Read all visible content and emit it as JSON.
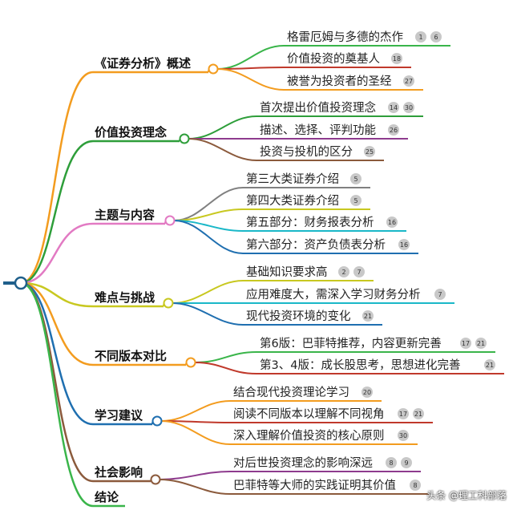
{
  "branches": [
    {
      "label": "《证券分析》概述",
      "color": "#f39c1f",
      "leaves": [
        {
          "label": "格雷厄姆与多德的杰作",
          "badges": [
            "1",
            "6"
          ],
          "color": "#3ab54a"
        },
        {
          "label": "价值投资的奠基人",
          "badges": [
            "18"
          ],
          "color": "#c0392b"
        },
        {
          "label": "被誉为投资者的圣经",
          "badges": [
            "27"
          ],
          "color": "#f39c1f"
        }
      ]
    },
    {
      "label": "价值投资理念",
      "color": "#2e9e3a",
      "leaves": [
        {
          "label": "首次提出价值投资理念",
          "badges": [
            "14",
            "30"
          ],
          "color": "#2e9e3a"
        },
        {
          "label": "描述、选择、评判功能",
          "badges": [
            "26"
          ],
          "color": "#8e3b8e"
        },
        {
          "label": "投资与投机的区分",
          "badges": [
            "25"
          ],
          "color": "#8b5a3c"
        }
      ]
    },
    {
      "label": "主题与内容",
      "color": "#e27ac3",
      "leaves": [
        {
          "label": "第三大类证券介绍",
          "badges": [
            "5"
          ],
          "color": "#808080"
        },
        {
          "label": "第四大类证券介绍",
          "badges": [
            "5"
          ],
          "color": "#c8c820"
        },
        {
          "label": "第五部分：财务报表分析",
          "badges": [
            "16"
          ],
          "color": "#1ab8c8"
        },
        {
          "label": "第六部分：资产负债表分析",
          "badges": [
            "16"
          ],
          "color": "#1f6fb0"
        }
      ]
    },
    {
      "label": "难点与挑战",
      "color": "#c8c820",
      "leaves": [
        {
          "label": "基础知识要求高",
          "badges": [
            "2",
            "7"
          ],
          "color": "#c8c820"
        },
        {
          "label": "应用难度大，需深入学习财务分析",
          "badges": [
            "7"
          ],
          "color": "#1ab8c8"
        },
        {
          "label": "现代投资环境的变化",
          "badges": [
            "21"
          ],
          "color": "#1f6fb0"
        }
      ]
    },
    {
      "label": "不同版本对比",
      "color": "#f39c1f",
      "leaves": [
        {
          "label": "第6版：巴菲特推荐，内容更新完善",
          "badges": [
            "17",
            "21"
          ],
          "color": "#3ab54a"
        },
        {
          "label": "第3、4版：成长股思考，思想进化完善",
          "badges": [
            "21"
          ],
          "color": "#c0392b"
        }
      ]
    },
    {
      "label": "学习建议",
      "color": "#1f6fb0",
      "leaves": [
        {
          "label": "结合现代投资理论学习",
          "badges": [
            "20"
          ],
          "color": "#f39c1f"
        },
        {
          "label": "阅读不同版本以理解不同视角",
          "badges": [
            "17",
            "21"
          ],
          "color": "#c0392b"
        },
        {
          "label": "深入理解价值投资的核心原则",
          "badges": [
            "30"
          ],
          "color": "#f39c1f"
        }
      ]
    },
    {
      "label": "社会影响",
      "color": "#8b5a3c",
      "leaves": [
        {
          "label": "对后世投资理念的影响深远",
          "badges": [
            "8",
            "9"
          ],
          "color": "#8e3b8e"
        },
        {
          "label": "巴菲特等大师的实践证明其价值",
          "badges": [
            "8"
          ],
          "color": "#8b5a3c"
        }
      ]
    },
    {
      "label": "结论",
      "color": "#3ab54a",
      "leaves": []
    }
  ],
  "watermark": "头条 @理工科部落"
}
